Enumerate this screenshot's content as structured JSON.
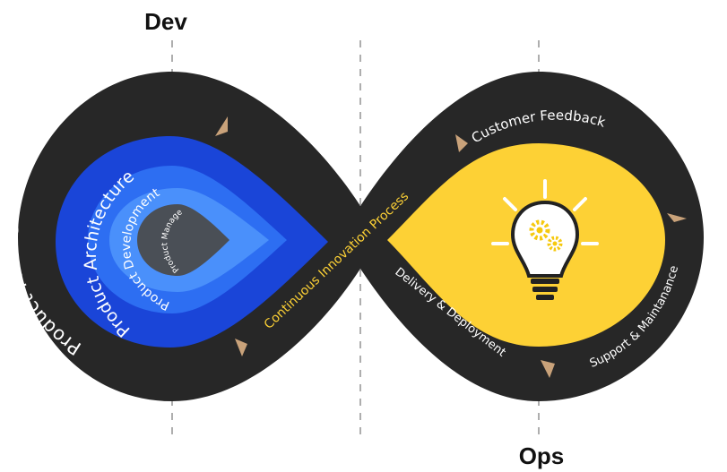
{
  "headings": {
    "dev": "Dev",
    "ops": "Ops"
  },
  "left_loop": {
    "outer_label": "Product Management",
    "ring2_label": "Product Architecture",
    "ring3_label": "Product Development",
    "inner_label": "Product Management"
  },
  "center_label": "Continuous Innovation Process",
  "right_loop": {
    "top_label": "Customer Feedback",
    "right_label": "Support & Maintanance",
    "bottom_label": "Delivery & Deployment"
  },
  "colors": {
    "loop": "#272727",
    "blue_dark": "#1a45d8",
    "blue_mid": "#2d6ef2",
    "blue_light": "#4a90fb",
    "core": "#4a4f56",
    "yellow": "#fdd135",
    "arrow": "#c9a27a",
    "center_text": "#fdd135"
  },
  "icons": [
    "lightbulb-gears-icon",
    "chevron-arrow-icon"
  ]
}
